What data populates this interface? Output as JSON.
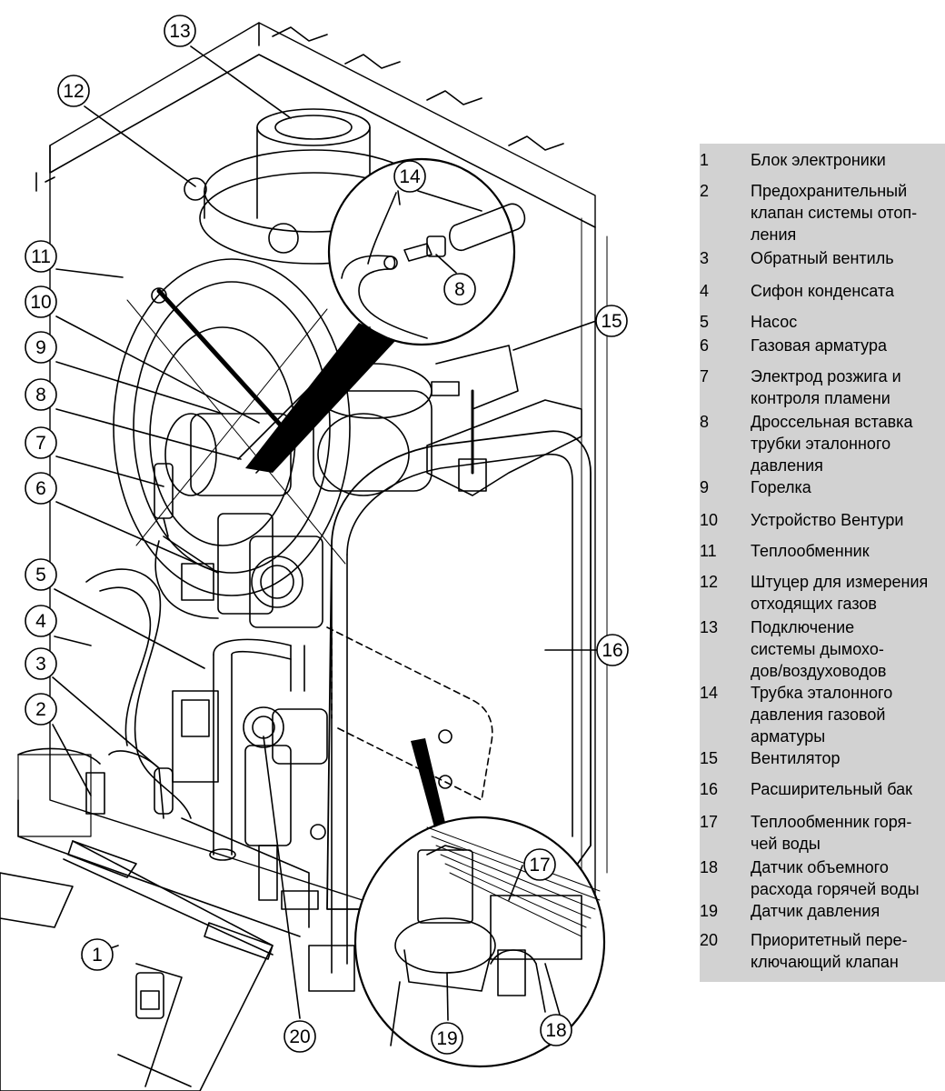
{
  "callouts": [
    {
      "n": "1"
    },
    {
      "n": "2"
    },
    {
      "n": "3"
    },
    {
      "n": "4"
    },
    {
      "n": "5"
    },
    {
      "n": "6"
    },
    {
      "n": "7"
    },
    {
      "n": "8"
    },
    {
      "n": "9"
    },
    {
      "n": "10"
    },
    {
      "n": "11"
    },
    {
      "n": "12"
    },
    {
      "n": "13"
    },
    {
      "n": "14"
    },
    {
      "n": "15"
    },
    {
      "n": "16"
    },
    {
      "n": "17"
    },
    {
      "n": "18"
    },
    {
      "n": "19"
    },
    {
      "n": "20"
    },
    {
      "n": "8"
    }
  ],
  "legend": {
    "items": [
      {
        "num": "1",
        "text": "Блок электроники"
      },
      {
        "num": "2",
        "text": "Предохранительный\nклапан системы отоп-\nления"
      },
      {
        "num": "3",
        "text": "Обратный вентиль"
      },
      {
        "num": "4",
        "text": "Сифон конденсата"
      },
      {
        "num": "5",
        "text": "Насос"
      },
      {
        "num": "6",
        "text": "Газовая арматура"
      },
      {
        "num": "7",
        "text": "Электрод розжига и\nконтроля пламени"
      },
      {
        "num": "8",
        "text": "Дроссельная вставка\nтрубки эталонного\nдавления"
      },
      {
        "num": "9",
        "text": "Горелка"
      },
      {
        "num": "10",
        "text": "Устройство Вентури"
      },
      {
        "num": "11",
        "text": "Теплообменник"
      },
      {
        "num": "12",
        "text": "Штуцер для измерения\nотходящих газов"
      },
      {
        "num": "13",
        "text": "Подключение\nсистемы дымохо-\nдов/воздуховодов"
      },
      {
        "num": "14",
        "text": "Трубка эталонного\nдавления газовой\nарматуры"
      },
      {
        "num": "15",
        "text": "Вентилятор"
      },
      {
        "num": "16",
        "text": "Расширительный бак"
      },
      {
        "num": "17",
        "text": "Теплообменник горя-\nчей воды"
      },
      {
        "num": "18",
        "text": "Датчик объемного\nрасхода горячей воды"
      },
      {
        "num": "19",
        "text": "Датчик давления"
      },
      {
        "num": "20",
        "text": "Приоритетный пере-\nключающий клапан"
      }
    ]
  }
}
